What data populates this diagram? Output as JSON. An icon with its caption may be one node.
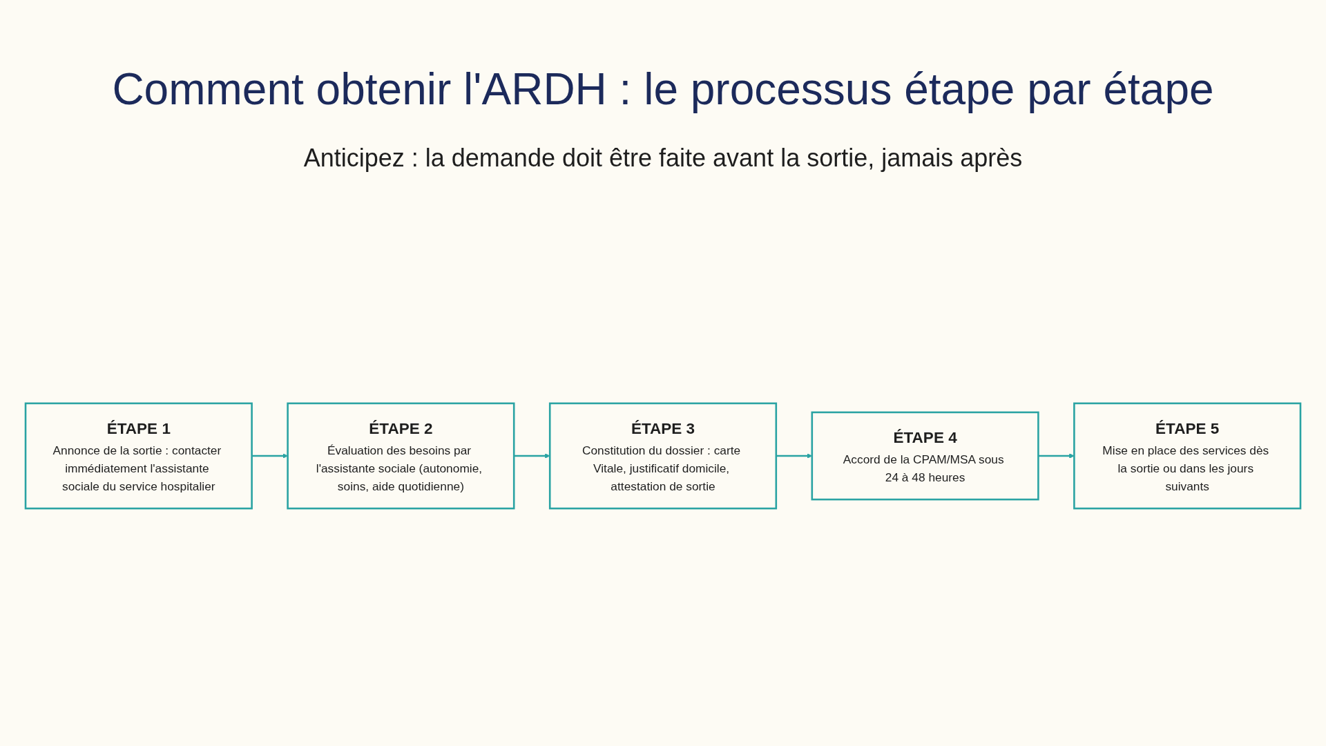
{
  "diagram": {
    "title": "Comment obtenir l'ARDH : le processus étape par étape",
    "nodes": [
      {
        "text": [
          "ÉTAPE 1",
          "Annonce de la sortie : contacter immédiatement l'assistante sociale du service hospitalier"
        ]
      },
      {
        "text": [
          "ÉTAPE 2",
          "Évaluation des besoins par l'assistante sociale (autonomie, soins, aide quotidienne)"
        ]
      },
      {
        "text": [
          "ÉTAPE 3",
          "Constitution du dossier : carte Vitale, justificatif domicile, attestation de sortie"
        ]
      },
      {
        "text": [
          "ÉTAPE 4",
          "Accord de la CPAM/MSA sous 24 à 48 heures"
        ]
      },
      {
        "text": [
          "ÉTAPE 5",
          "Mise en place des services dès la sortie ou dans les jours suivants"
        ]
      }
    ],
    "edges": [
      {
        "from": 0,
        "to": 1,
        "arrow": "to"
      },
      {
        "from": 1,
        "to": 2,
        "arrow": "to"
      },
      {
        "from": 2,
        "to": 3,
        "arrow": "to"
      },
      {
        "from": 3,
        "to": 4,
        "arrow": "to"
      }
    ],
    "labels": [
      "Anticipez : la demande doit être faite avant la sortie, jamais après"
    ]
  }
}
